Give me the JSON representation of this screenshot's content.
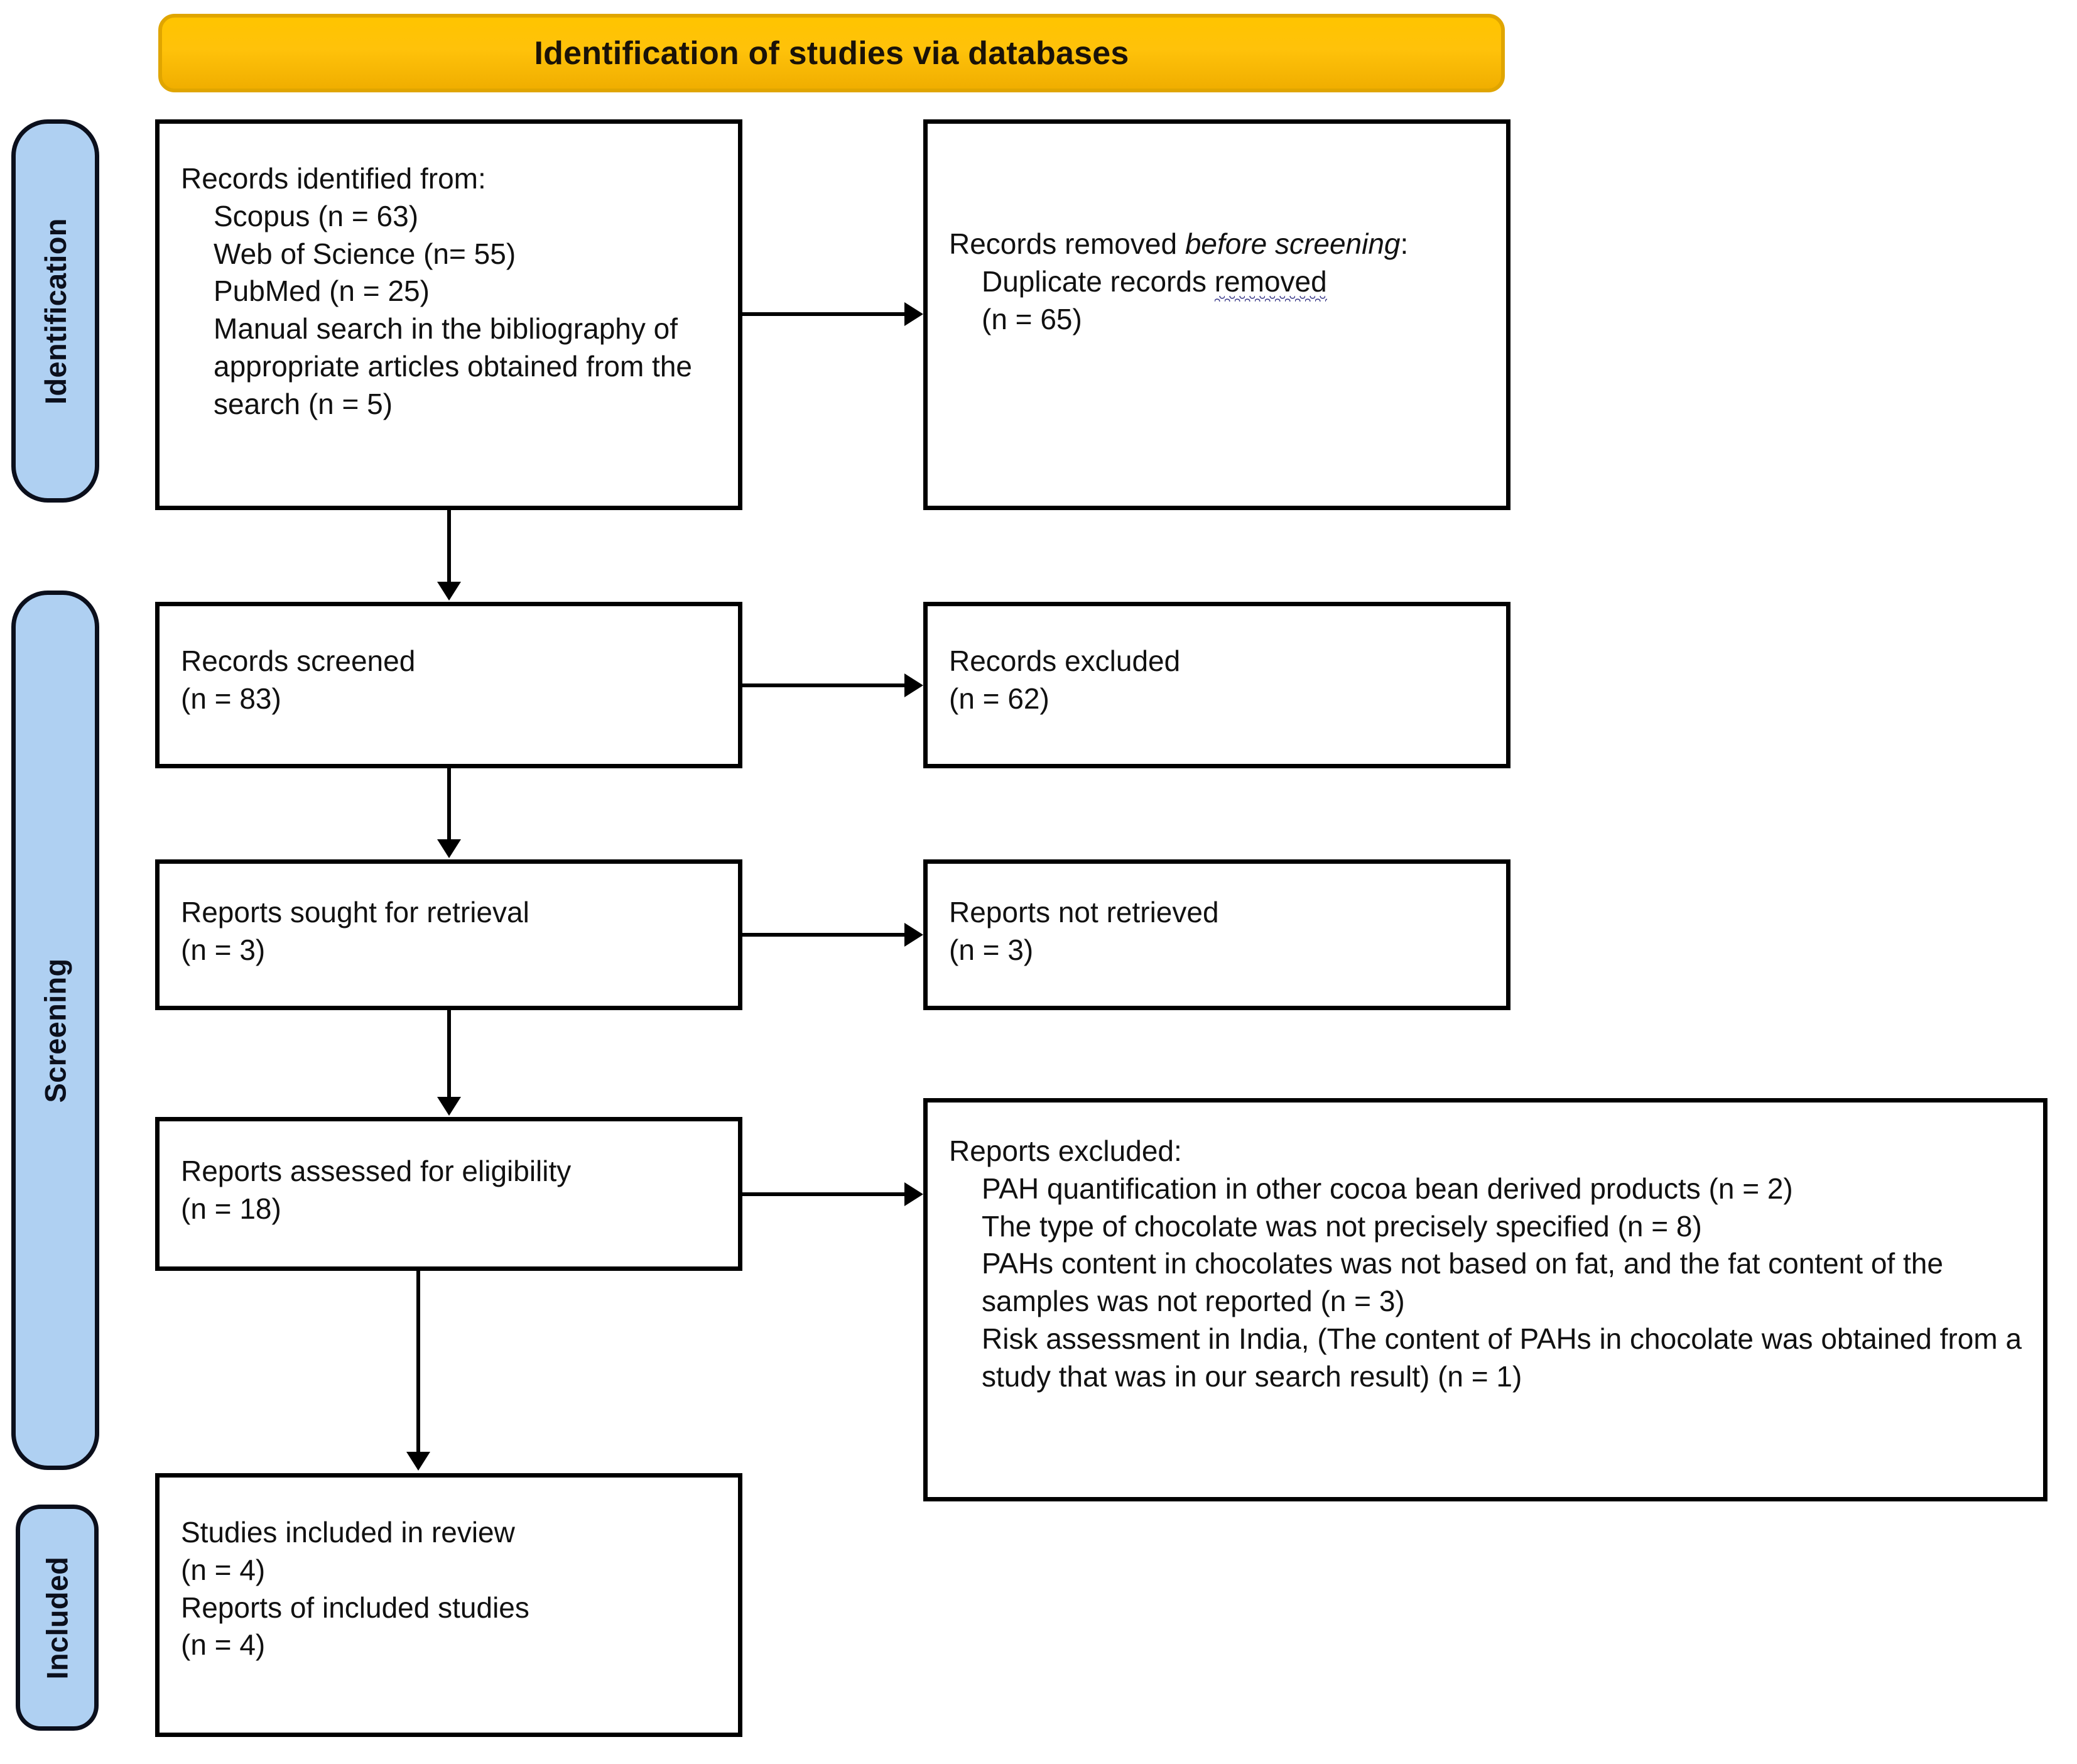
{
  "banner": {
    "title": "Identification of studies via databases"
  },
  "phases": [
    {
      "key": "identification",
      "label": "Identification"
    },
    {
      "key": "screening",
      "label": "Screening"
    },
    {
      "key": "included",
      "label": "Included"
    }
  ],
  "boxes": {
    "records_identified": {
      "heading": "Records identified from:",
      "sources": [
        "Scopus (n = 63)",
        "Web of Science (n= 55)",
        "PubMed (n = 25)",
        "Manual search in the bibliography of appropriate articles obtained from the search (n = 5)"
      ]
    },
    "records_removed": {
      "line1_prefix": "Records removed ",
      "line1_italic": "before screening",
      "line1_suffix": ":",
      "detail_prefix": "Duplicate records ",
      "detail_misspelled": "removed",
      "detail_count": "(n = 65)"
    },
    "records_screened": {
      "label": "Records screened",
      "count": "(n = 83)"
    },
    "records_excluded": {
      "label": "Records excluded",
      "count": "(n = 62)"
    },
    "reports_sought": {
      "label": "Reports sought for retrieval",
      "count": "(n = 3)"
    },
    "reports_not_retrieved": {
      "label": "Reports not retrieved",
      "count": "(n = 3)"
    },
    "reports_assessed": {
      "label": "Reports assessed for eligibility",
      "count": "(n = 18)"
    },
    "reports_excluded": {
      "heading": "Reports excluded:",
      "reasons": [
        "PAH quantification in other cocoa bean derived products (n = 2)",
        "The type of chocolate was not precisely specified (n = 8)",
        "PAHs content in chocolates was not based on fat, and the fat content of the samples was not reported (n = 3)",
        "Risk assessment in India, (The content of PAHs in chocolate was obtained from a study that was in our search result) (n = 1)"
      ]
    },
    "studies_included": {
      "label_studies": "Studies included in review",
      "count_studies": "(n = 4)",
      "label_reports": "Reports of included studies",
      "count_reports": "(n = 4)"
    }
  },
  "colors": {
    "banner_fill": "#FFC400",
    "banner_border": "#E0A500",
    "phase_fill": "#AFD0F2",
    "phase_border": "#0B0F1C",
    "box_border": "#000000",
    "spellcheck_underline": "#3C3C8C"
  }
}
